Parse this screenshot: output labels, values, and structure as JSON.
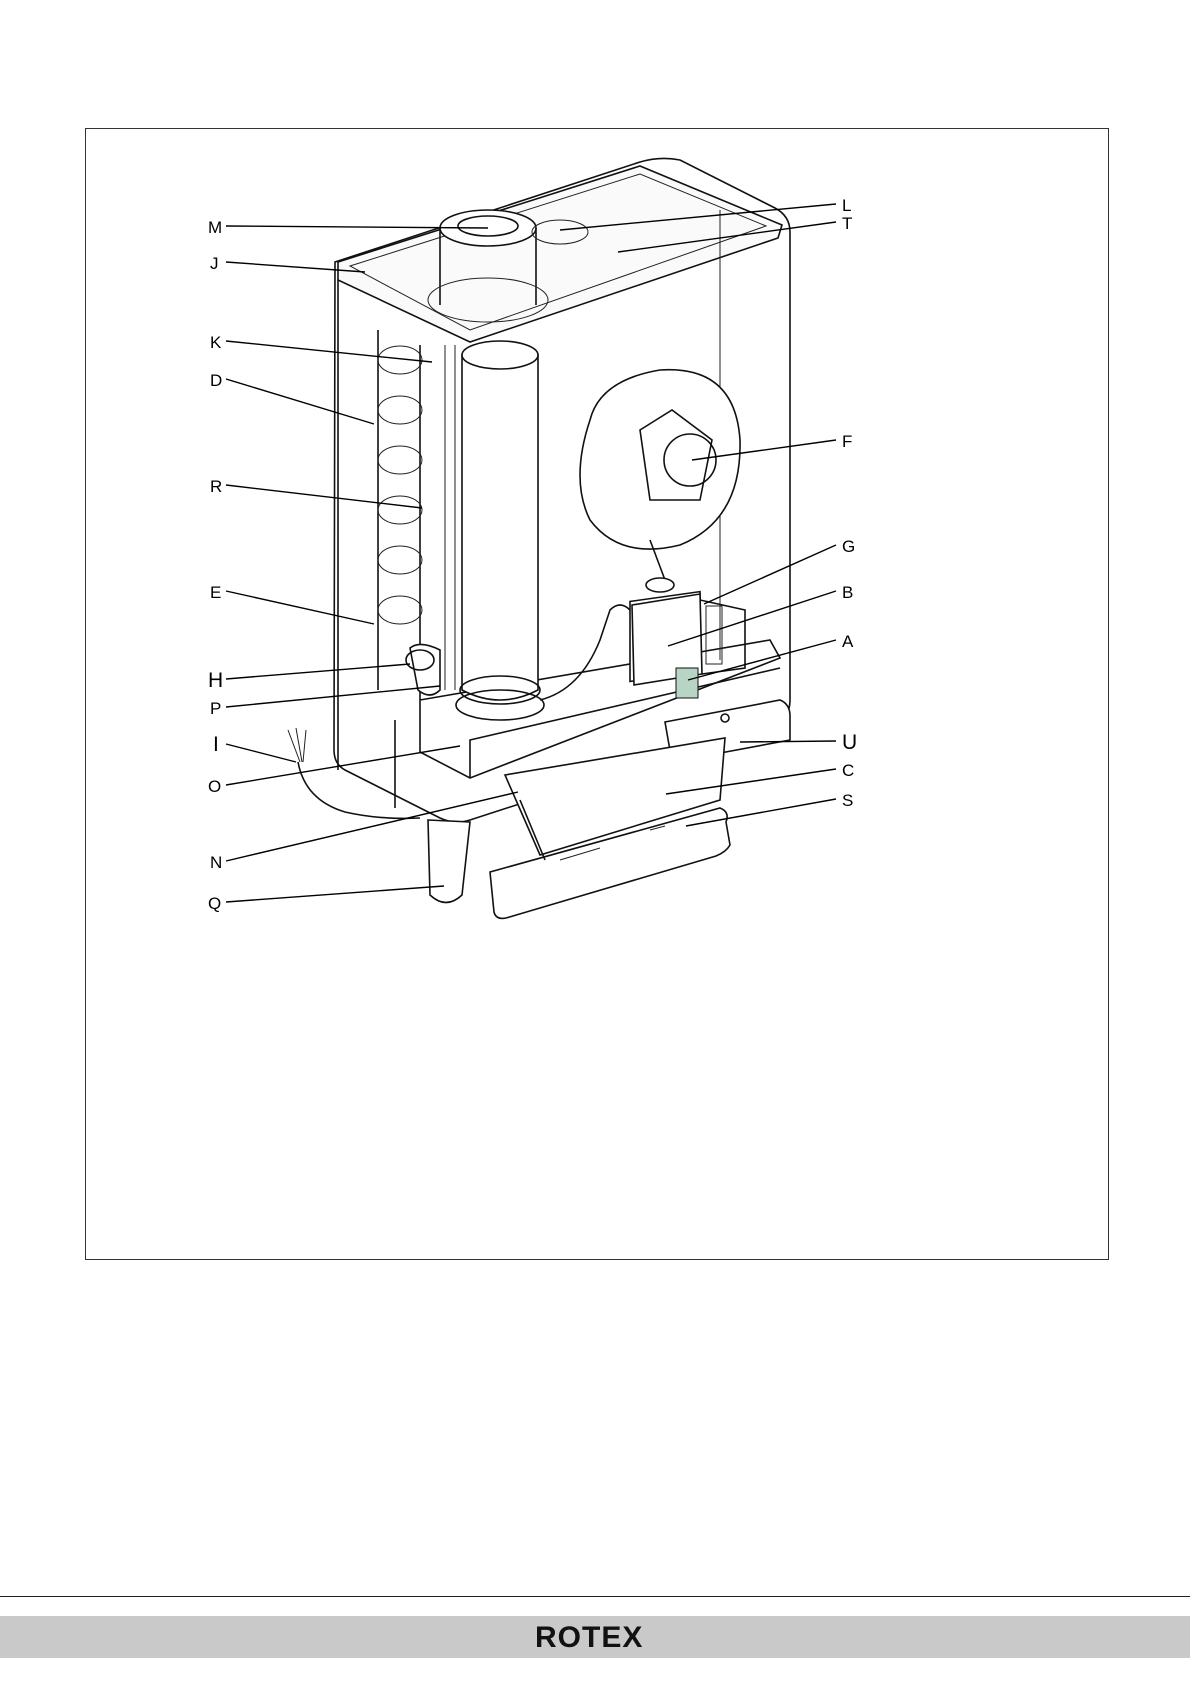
{
  "callouts": [
    {
      "id": "M",
      "text": "M"
    },
    {
      "id": "J",
      "text": "J"
    },
    {
      "id": "K",
      "text": "K"
    },
    {
      "id": "D",
      "text": "D"
    },
    {
      "id": "R",
      "text": "R"
    },
    {
      "id": "E",
      "text": "E"
    },
    {
      "id": "H",
      "text": "H"
    },
    {
      "id": "P",
      "text": "P"
    },
    {
      "id": "I",
      "text": "I"
    },
    {
      "id": "O",
      "text": "O"
    },
    {
      "id": "N",
      "text": "N"
    },
    {
      "id": "Q",
      "text": "Q"
    },
    {
      "id": "L",
      "text": "L"
    },
    {
      "id": "T",
      "text": "T"
    },
    {
      "id": "F",
      "text": "F"
    },
    {
      "id": "G",
      "text": "G"
    },
    {
      "id": "B",
      "text": "B"
    },
    {
      "id": "A",
      "text": "A"
    },
    {
      "id": "U",
      "text": "U"
    },
    {
      "id": "C",
      "text": "C"
    },
    {
      "id": "S",
      "text": "S"
    }
  ],
  "footer": {
    "brand": "ROTEX"
  },
  "colors": {
    "footer_bar": "#c9c9c9",
    "ink": "#111111",
    "highlight": "#b8d4c4"
  }
}
